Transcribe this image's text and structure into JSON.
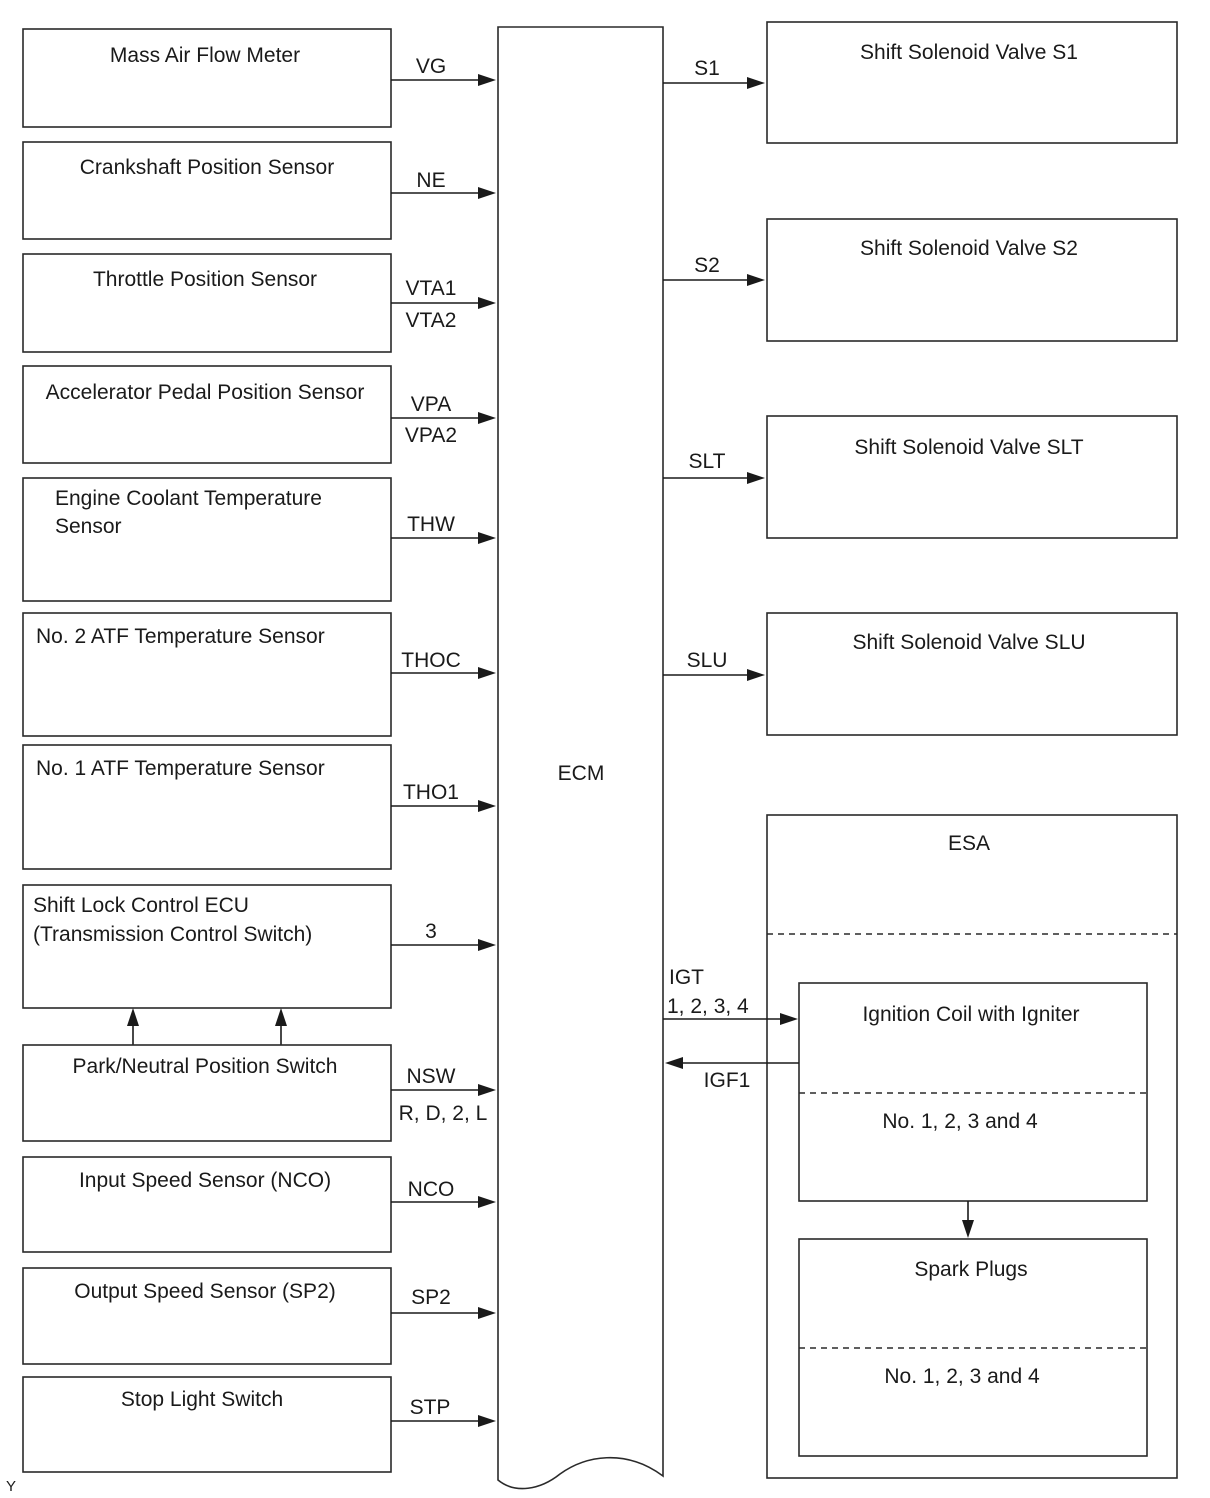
{
  "inputs": [
    {
      "label": "Mass Air Flow Meter",
      "signal": "VG"
    },
    {
      "label": "Crankshaft Position Sensor",
      "signal": "NE"
    },
    {
      "label": "Throttle Position Sensor",
      "signal": "VTA1",
      "signal2": "VTA2"
    },
    {
      "label": "Accelerator Pedal Position Sensor",
      "signal": "VPA",
      "signal2": "VPA2"
    },
    {
      "label_line1": "Engine Coolant Temperature",
      "label_line2": "Sensor",
      "signal": "THW"
    },
    {
      "label": "No. 2 ATF Temperature Sensor",
      "signal": "THOC"
    },
    {
      "label": "No. 1 ATF Temperature Sensor",
      "signal": "THO1"
    },
    {
      "label_line1": "Shift Lock Control ECU",
      "label_line2": "(Transmission Control Switch)",
      "signal": "3"
    },
    {
      "label": "Park/Neutral Position Switch",
      "signal": "NSW",
      "signal2": "R, D, 2, L"
    },
    {
      "label": "Input Speed Sensor (NCO)",
      "signal": "NCO"
    },
    {
      "label": "Output Speed Sensor (SP2)",
      "signal": "SP2"
    },
    {
      "label": "Stop Light Switch",
      "signal": "STP"
    }
  ],
  "ecm": {
    "label": "ECM"
  },
  "outputs": [
    {
      "label": "Shift Solenoid Valve S1",
      "signal": "S1"
    },
    {
      "label": "Shift Solenoid Valve S2",
      "signal": "S2"
    },
    {
      "label": "Shift Solenoid Valve SLT",
      "signal": "SLT"
    },
    {
      "label": "Shift Solenoid Valve SLU",
      "signal": "SLU"
    }
  ],
  "esa": {
    "label": "ESA",
    "igt_line1": "IGT",
    "igt_line2": "1, 2, 3, 4",
    "igf": "IGF1",
    "coil_label": "Ignition Coil with Igniter",
    "coil_sub": "No. 1, 2, 3 and 4",
    "plugs_label": "Spark Plugs",
    "plugs_sub": "No. 1, 2, 3 and 4"
  },
  "footer_mark": "Y"
}
